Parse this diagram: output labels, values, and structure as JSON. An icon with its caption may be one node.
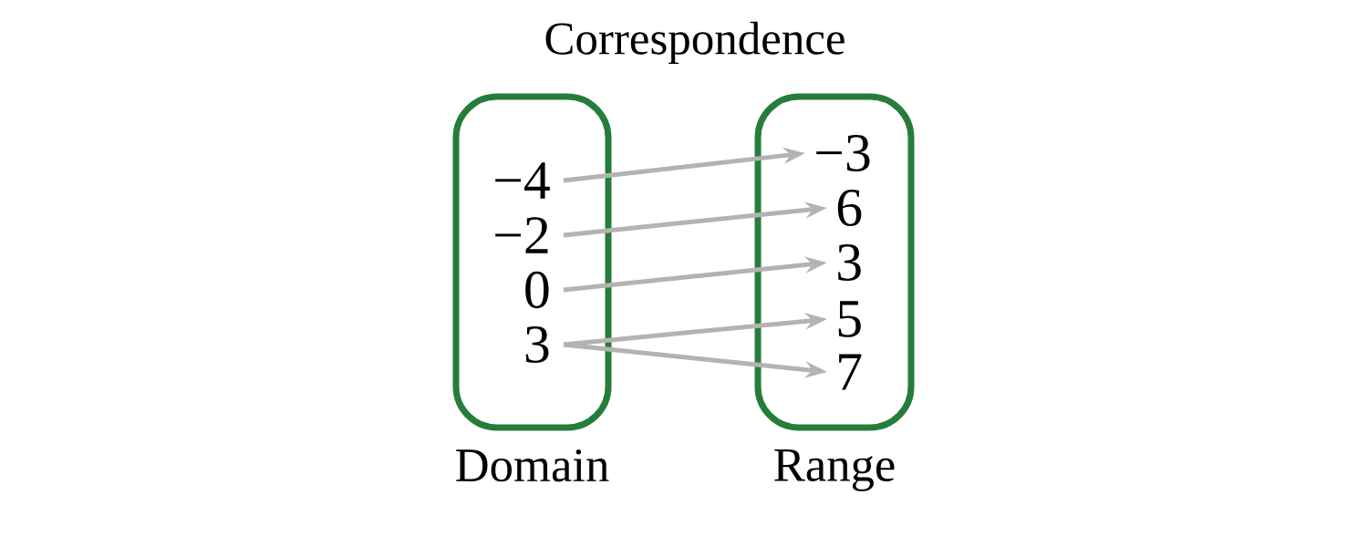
{
  "diagram": {
    "title": "Correspondence",
    "nodes": [
      {
        "text": [
          "Domain"
        ]
      },
      {
        "text": [
          "−4"
        ],
        "in": 0
      },
      {
        "text": [
          "−2"
        ],
        "in": 0
      },
      {
        "text": [
          "0"
        ],
        "in": 0
      },
      {
        "text": [
          "3"
        ],
        "in": 0
      },
      {
        "text": [
          "Range"
        ]
      },
      {
        "text": [
          "−3"
        ],
        "in": 5
      },
      {
        "text": [
          "6"
        ],
        "in": 5
      },
      {
        "text": [
          "3"
        ],
        "in": 5
      },
      {
        "text": [
          "5"
        ],
        "in": 5
      },
      {
        "text": [
          "7"
        ],
        "in": 5
      }
    ],
    "edges": [
      {
        "from": 1,
        "to": 6,
        "arrow": "to"
      },
      {
        "from": 2,
        "to": 7,
        "arrow": "to"
      },
      {
        "from": 3,
        "to": 8,
        "arrow": "to"
      },
      {
        "from": 4,
        "to": 9,
        "arrow": "to"
      },
      {
        "from": 4,
        "to": 10,
        "arrow": "to"
      }
    ]
  }
}
